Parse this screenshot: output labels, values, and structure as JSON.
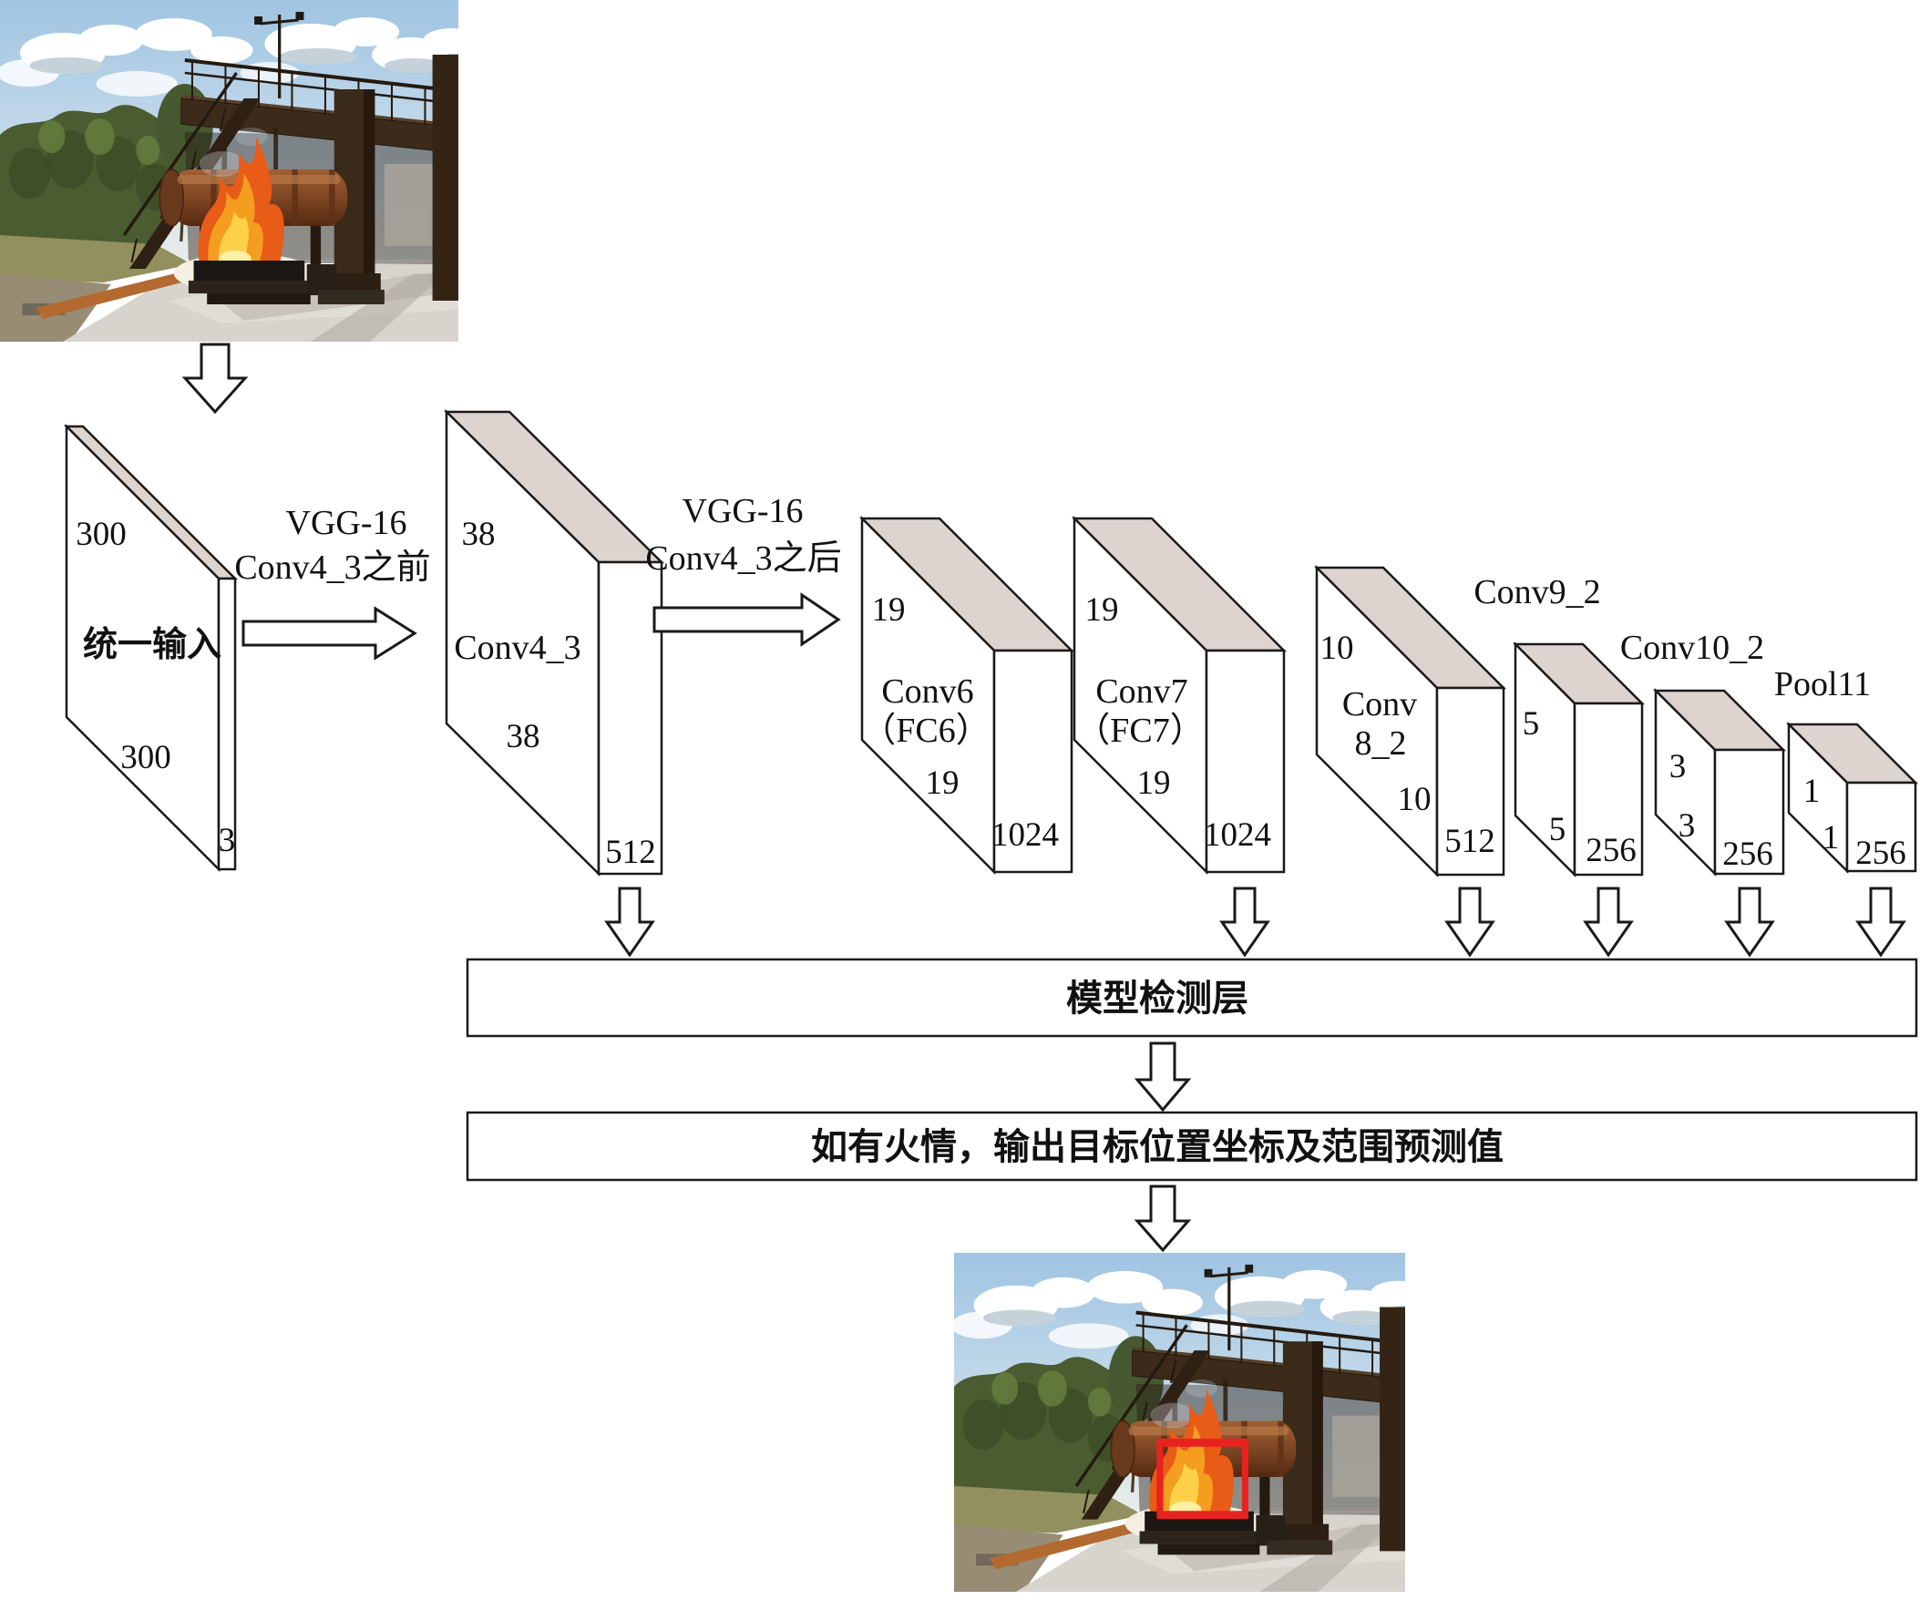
{
  "layers": [
    {
      "id": "input",
      "size_top": "300",
      "name": "统一输入",
      "size_bottom": "300",
      "channels": "3"
    },
    {
      "id": "conv4_3",
      "size_top": "38",
      "name": "Conv4_3",
      "size_bottom": "38",
      "channels": "512"
    },
    {
      "id": "conv6",
      "size_top": "19",
      "name_line1": "Conv6",
      "name_line2": "（FC6）",
      "size_bottom": "19",
      "channels": "1024"
    },
    {
      "id": "conv7",
      "size_top": "19",
      "name_line1": "Conv7",
      "name_line2": "（FC7）",
      "size_bottom": "19",
      "channels": "1024"
    },
    {
      "id": "conv8_2",
      "size_top": "10",
      "name_line1": "Conv",
      "name_line2": "8_2",
      "size_bottom": "10",
      "channels": "512"
    },
    {
      "id": "conv9_2",
      "title": "Conv9_2",
      "size_top": "5",
      "size_bottom": "5",
      "channels": "256"
    },
    {
      "id": "conv10_2",
      "title": "Conv10_2",
      "size_top": "3",
      "size_bottom": "3",
      "channels": "256"
    },
    {
      "id": "pool11",
      "title": "Pool11",
      "size_top": "1",
      "size_bottom": "1",
      "channels": "256"
    }
  ],
  "flow_labels": [
    {
      "line1": "VGG-16",
      "line2": "Conv4_3之前"
    },
    {
      "line1": "VGG-16",
      "line2": "Conv4_3之后"
    }
  ],
  "bars": [
    {
      "label": "模型检测层"
    },
    {
      "label": "如有火情，输出目标位置坐标及范围预测值"
    }
  ],
  "colors": {
    "box_top_face": "#ddd3cf",
    "line": "#1a1a1a",
    "detection_box_red": "#e8231f",
    "background": "#ffffff"
  }
}
